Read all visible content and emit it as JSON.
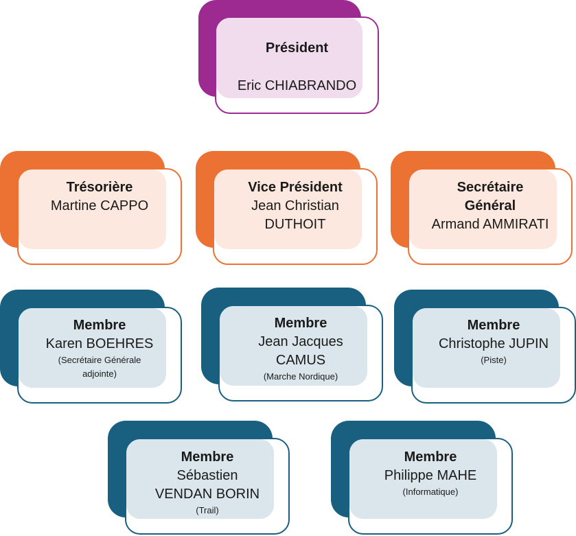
{
  "colors": {
    "president_dark": "#9c2a91",
    "president_light": "#f0dced",
    "officer_dark": "#eb7233",
    "officer_light": "#fce8de",
    "member_dark": "#185f80",
    "member_light": "#dae6ec"
  },
  "president": {
    "role": "Président",
    "name": "Eric CHIABRANDO"
  },
  "officers": [
    {
      "role": "Trésorière",
      "name_lines": [
        "Martine CAPPO"
      ]
    },
    {
      "role": "Vice Président",
      "name_lines": [
        "Jean Christian",
        "DUTHOIT"
      ]
    },
    {
      "role_lines": [
        "Secrétaire",
        "Général"
      ],
      "name_lines": [
        "Armand AMMIRATI"
      ]
    }
  ],
  "members": [
    {
      "role": "Membre",
      "name_lines": [
        "Karen BOEHRES"
      ],
      "note_lines": [
        "(Secrétaire Générale",
        "adjointe)"
      ]
    },
    {
      "role": "Membre",
      "name_lines": [
        "Jean Jacques",
        "CAMUS"
      ],
      "note_lines": [
        "(Marche Nordique)"
      ]
    },
    {
      "role": "Membre",
      "name_lines": [
        "Christophe JUPIN"
      ],
      "note_lines": [
        "(Piste)"
      ]
    },
    {
      "role": "Membre",
      "name_lines": [
        "Sébastien",
        "VENDAN BORIN"
      ],
      "note_lines": [
        "(Trail)"
      ]
    },
    {
      "role": "Membre",
      "name_lines": [
        "Philippe MAHE"
      ],
      "note_lines": [
        "(Informatique)"
      ]
    }
  ]
}
